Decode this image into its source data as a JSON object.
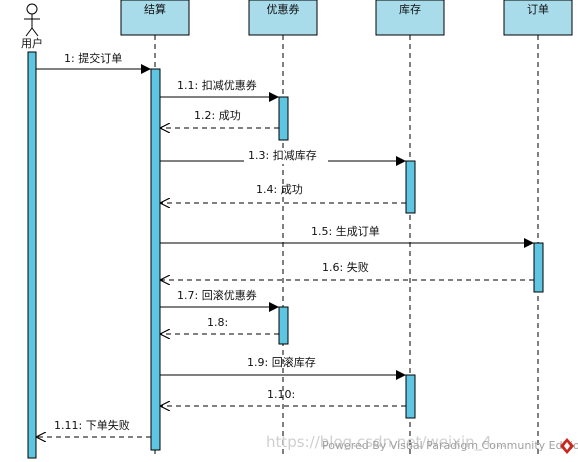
{
  "actor": {
    "name": "用户"
  },
  "participants": [
    "结算",
    "优惠券",
    "库存",
    "订单"
  ],
  "messages": [
    {
      "label": "1: 提交订单",
      "kind": "call"
    },
    {
      "label": "1.1: 扣减优惠券",
      "kind": "call"
    },
    {
      "label": "1.2: 成功",
      "kind": "return"
    },
    {
      "label": "1.3: 扣减库存",
      "kind": "call"
    },
    {
      "label": "1.4: 成功",
      "kind": "return"
    },
    {
      "label": "1.5: 生成订单",
      "kind": "call"
    },
    {
      "label": "1.6: 失败",
      "kind": "return"
    },
    {
      "label": "1.7: 回滚优惠券",
      "kind": "call"
    },
    {
      "label": "1.8:",
      "kind": "return"
    },
    {
      "label": "1.9: 回滚库存",
      "kind": "call"
    },
    {
      "label": "1.10:",
      "kind": "return"
    },
    {
      "label": "1.11: 下单失败",
      "kind": "return"
    }
  ],
  "watermark": {
    "powered_by": "Powered By Visual Paradigm Community Edition",
    "blog_url": "https://blog.csdn.net/weixin_4..."
  },
  "colors": {
    "participant_fill": "#a8dcea",
    "activation_fill": "#5ec6e0",
    "line": "#000000",
    "brand_red": "#c8281e"
  }
}
